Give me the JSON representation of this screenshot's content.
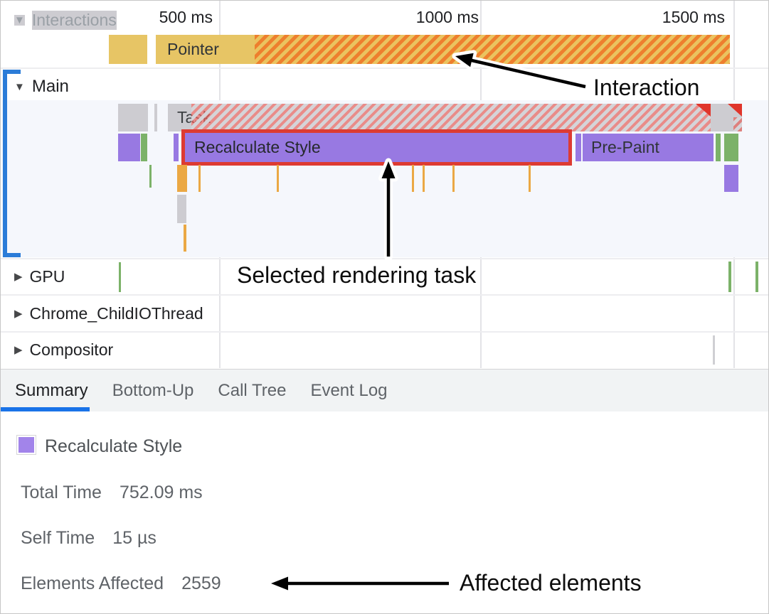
{
  "ruler": {
    "ticks": [
      {
        "label": "500 ms"
      },
      {
        "label": "1000 ms"
      },
      {
        "label": "1500 ms"
      }
    ]
  },
  "icons": {
    "expanded": "▼",
    "collapsed": "▶"
  },
  "tracks": {
    "interactions": {
      "label": "Interactions",
      "pointer": {
        "label": "Pointer"
      }
    },
    "main": {
      "label": "Main",
      "task": {
        "label": "Task"
      },
      "selected": {
        "label": "Recalculate Style"
      },
      "prepaint": {
        "label": "Pre-Paint"
      }
    },
    "gpu": {
      "label": "GPU"
    },
    "chrome_child_io": {
      "label": "Chrome_ChildIOThread"
    },
    "compositor": {
      "label": "Compositor"
    }
  },
  "annotations": {
    "interaction": {
      "label": "Interaction"
    },
    "selected_task": {
      "label": "Selected rendering task"
    },
    "affected": {
      "label": "Affected elements"
    }
  },
  "tabs": [
    {
      "label": "Summary",
      "active": true
    },
    {
      "label": "Bottom-Up",
      "active": false
    },
    {
      "label": "Call Tree",
      "active": false
    },
    {
      "label": "Event Log",
      "active": false
    }
  ],
  "summary": {
    "event_name": "Recalculate Style",
    "rows": [
      {
        "label": "Total Time",
        "value": "752.09 ms"
      },
      {
        "label": "Self Time",
        "value": "15 µs"
      },
      {
        "label": "Elements Affected",
        "value": "2559"
      }
    ]
  },
  "colors": {
    "interaction_yellow": "#e7c565",
    "interaction_hatch_orange": "#ee7f2e",
    "task_gray": "#cdccd1",
    "task_hatch_red": "#e4635d",
    "rendering_purple": "#9879e2",
    "painting_green": "#7cb269",
    "scripting_orange": "#eba844",
    "selection_red": "#dd3b32",
    "track_select_blue": "#2b7cd8",
    "tab_active_blue": "#1a73e8"
  }
}
